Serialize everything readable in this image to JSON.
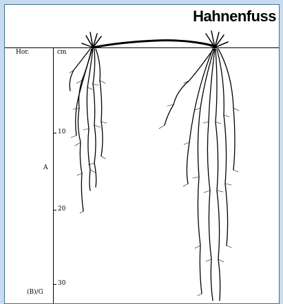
{
  "title": "Hahnenfuss",
  "header": {
    "horizon_label": "Hor.",
    "unit_label": "cm"
  },
  "depth_ticks": [
    "10",
    "20",
    "30"
  ],
  "horizons": [
    "A",
    "(B)/G"
  ]
}
